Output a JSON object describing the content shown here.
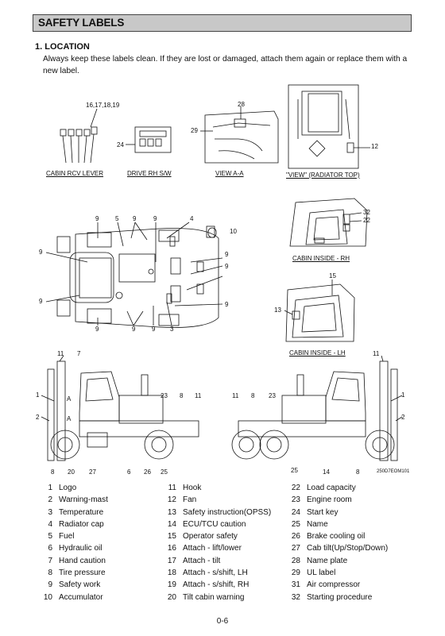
{
  "header": {
    "title": "SAFETY LABELS"
  },
  "section": {
    "heading": "1. LOCATION",
    "intro": "Always keep these labels clean.  If they are lost or damaged, attach them again or replace them with a new label."
  },
  "views": {
    "cabin_rcv_lever": "CABIN RCV LEVER",
    "drive_rh_sw": "DRIVE RH S/W",
    "view_aa": "VIEW A-A",
    "radiator_top": "\"VIEW\" (RADIATOR TOP)",
    "cabin_inside_rh": "CABIN INSIDE - RH",
    "cabin_inside_lh": "CABIN INSIDE - LH"
  },
  "callouts": {
    "c16_19": "16,17,18,19",
    "c24": "24",
    "c28": "28",
    "c29": "29",
    "c12": "12",
    "c32": "32",
    "c22": "22",
    "c15": "15",
    "c13": "13",
    "c10": "10",
    "c9": "9",
    "c5": "5",
    "c4": "4",
    "c3": "3",
    "c11": "11",
    "c7": "7",
    "c1": "1",
    "c2": "2",
    "c23": "23",
    "c8": "8",
    "c20": "20",
    "c27": "27",
    "c6": "6",
    "c26": "26",
    "c25": "25",
    "c14": "14",
    "cA": "A"
  },
  "drawing_code": "250D7EOM101",
  "legend": {
    "col1": [
      {
        "n": "1",
        "t": "Logo"
      },
      {
        "n": "2",
        "t": "Warning-mast"
      },
      {
        "n": "3",
        "t": "Temperature"
      },
      {
        "n": "4",
        "t": "Radiator cap"
      },
      {
        "n": "5",
        "t": "Fuel"
      },
      {
        "n": "6",
        "t": "Hydraulic oil"
      },
      {
        "n": "7",
        "t": "Hand caution"
      },
      {
        "n": "8",
        "t": "Tire pressure"
      },
      {
        "n": "9",
        "t": "Safety work"
      },
      {
        "n": "10",
        "t": "Accumulator"
      }
    ],
    "col2": [
      {
        "n": "11",
        "t": "Hook"
      },
      {
        "n": "12",
        "t": "Fan"
      },
      {
        "n": "13",
        "t": "Safety instruction(OPSS)"
      },
      {
        "n": "14",
        "t": "ECU/TCU caution"
      },
      {
        "n": "15",
        "t": "Operator safety"
      },
      {
        "n": "16",
        "t": "Attach - lift/lower"
      },
      {
        "n": "17",
        "t": "Attach - tilt"
      },
      {
        "n": "18",
        "t": "Attach - s/shift, LH"
      },
      {
        "n": "19",
        "t": "Attach - s/shift, RH"
      },
      {
        "n": "20",
        "t": "Tilt cabin warning"
      }
    ],
    "col3": [
      {
        "n": "22",
        "t": "Load capacity"
      },
      {
        "n": "23",
        "t": "Engine room"
      },
      {
        "n": "24",
        "t": "Start key"
      },
      {
        "n": "25",
        "t": "Name"
      },
      {
        "n": "26",
        "t": "Brake cooling oil"
      },
      {
        "n": "27",
        "t": "Cab tilt(Up/Stop/Down)"
      },
      {
        "n": "28",
        "t": "Name plate"
      },
      {
        "n": "29",
        "t": "UL label"
      },
      {
        "n": "31",
        "t": "Air compressor"
      },
      {
        "n": "32",
        "t": "Starting procedure"
      }
    ]
  },
  "footer": {
    "page": "0-6"
  }
}
